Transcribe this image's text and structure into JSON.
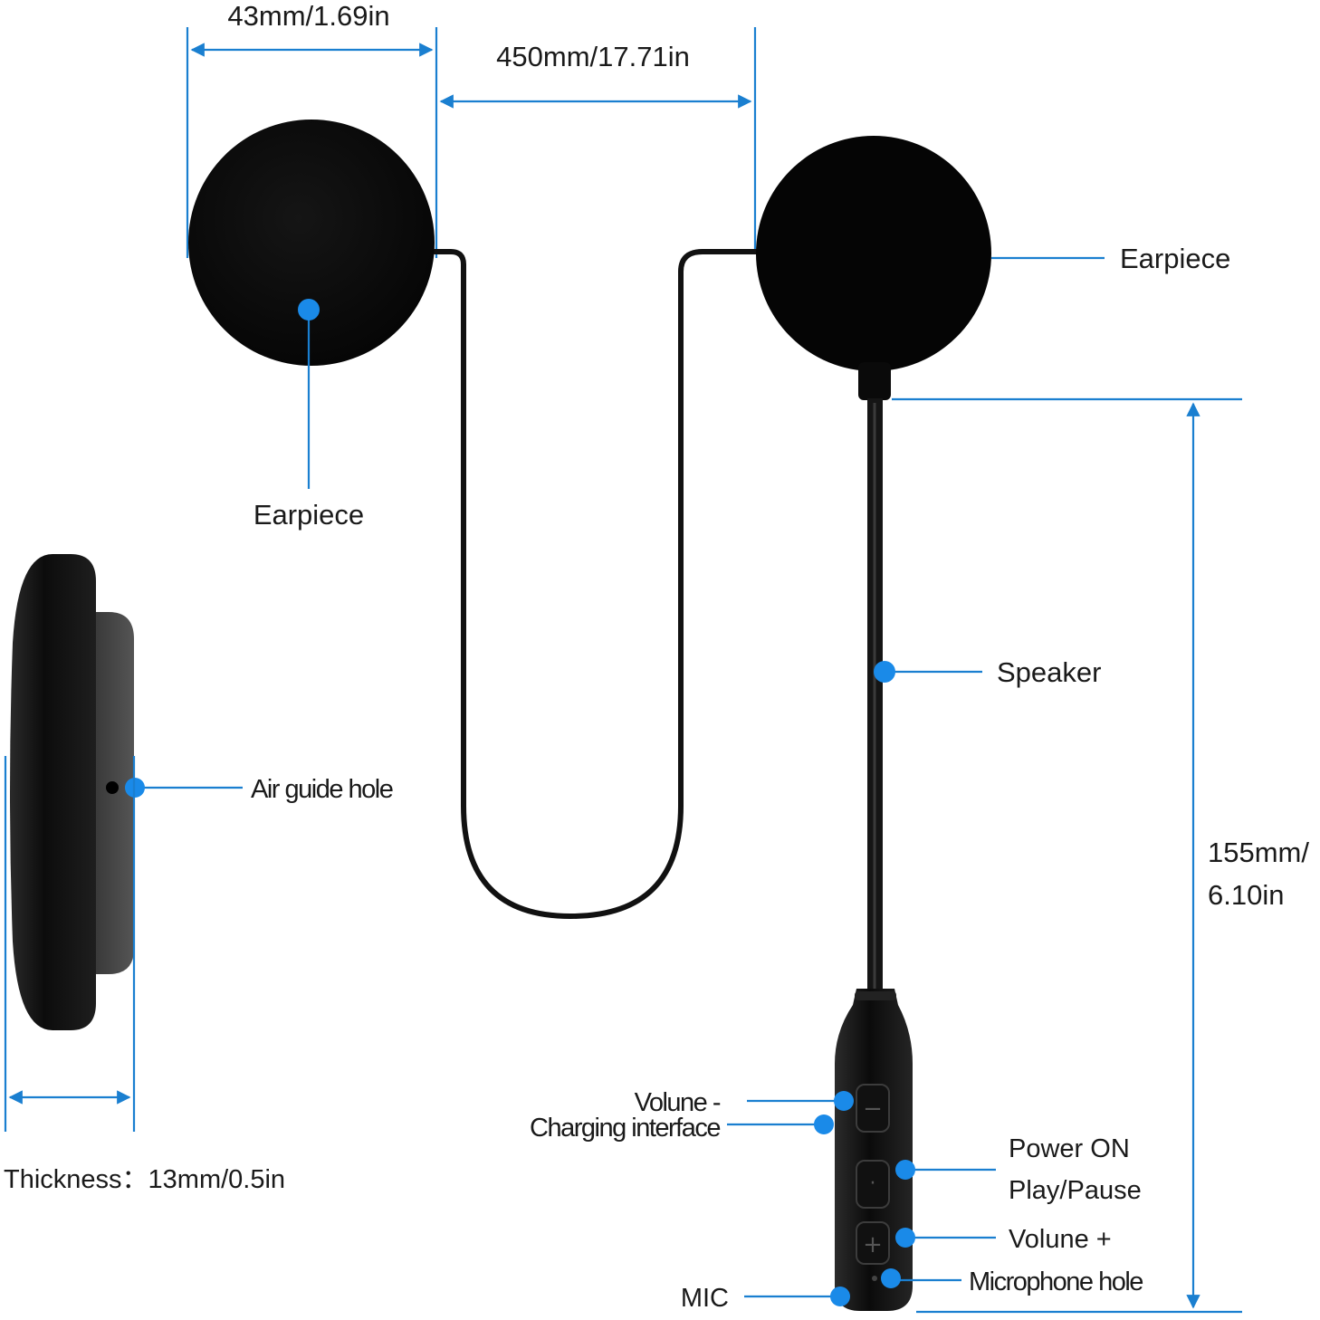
{
  "colors": {
    "accent": "#1a8ae8",
    "leader": "#1a7fd0",
    "device": "#0a0a0a",
    "background": "#ffffff"
  },
  "dimensions": {
    "earpiece_width": "43mm/1.69in",
    "cable_length": "450mm/17.71in",
    "mic_height_line1": "155mm/",
    "mic_height_line2": "6.10in",
    "thickness": "Thickness：13mm/0.5in"
  },
  "labels": {
    "earpiece_left": "Earpiece",
    "earpiece_right": "Earpiece",
    "speaker": "Speaker",
    "air_guide_hole": "Air guide hole",
    "volume_minus": "Volune -",
    "charging_interface": "Charging interface",
    "power_on": "Power ON",
    "play_pause": "Play/Pause",
    "volume_plus": "Volune +",
    "microphone_hole": "Microphone hole",
    "mic": "MIC"
  },
  "buttons": {
    "minus_symbol": "−",
    "dot_symbol": "·",
    "plus_symbol": "+"
  }
}
